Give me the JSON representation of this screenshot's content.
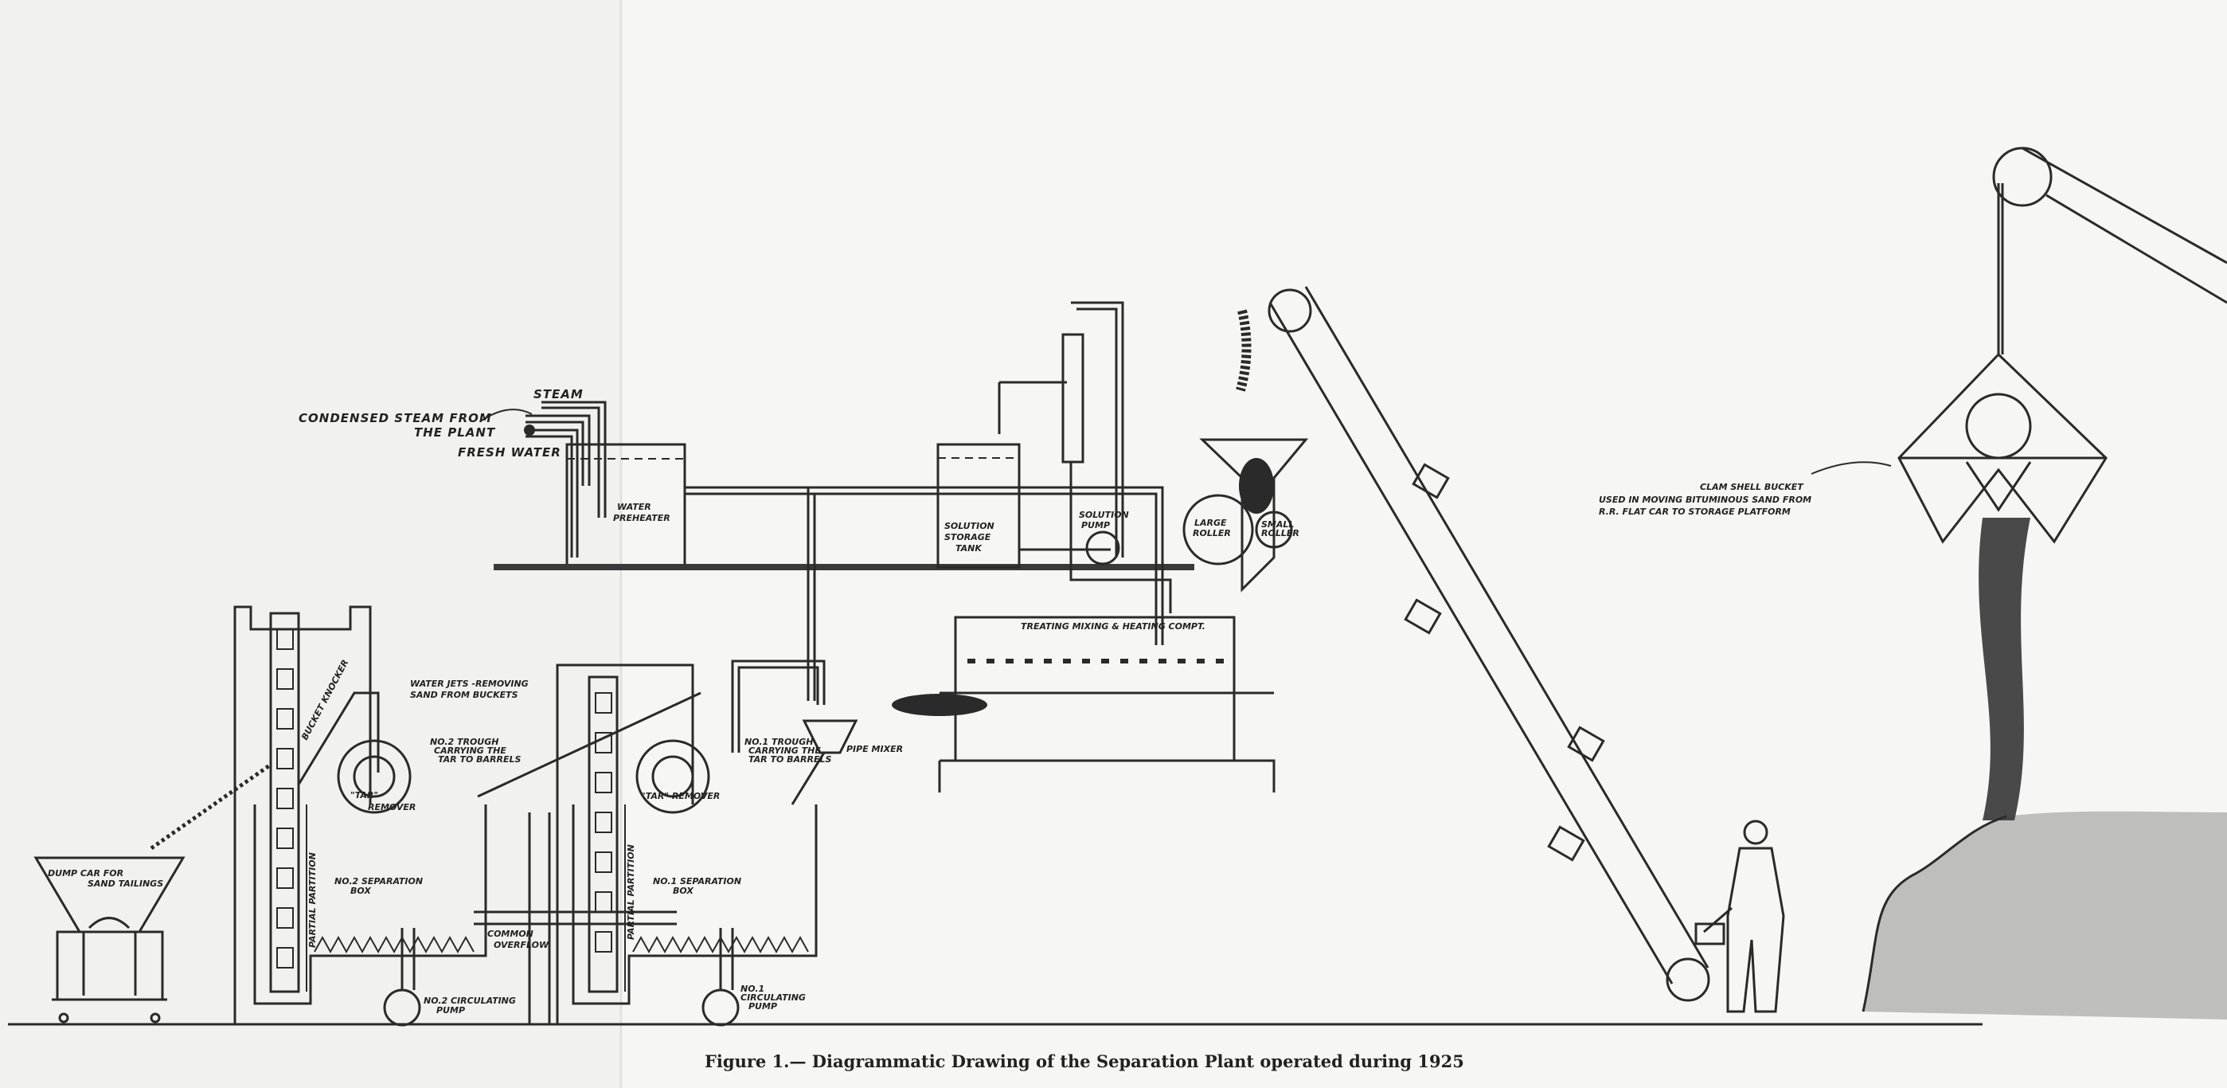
{
  "caption": "Figure 1.— Diagrammatic Drawing of the Separation Plant operated during 1925",
  "labels": {
    "steam": "STEAM",
    "condensed_steam_1": "CONDENSED STEAM FROM",
    "condensed_steam_2": "THE PLANT",
    "fresh_water": "FRESH WATER",
    "water_preheater_1": "WATER",
    "water_preheater_2": "PREHEATER",
    "solution_storage_1": "SOLUTION",
    "solution_storage_2": "STORAGE",
    "solution_storage_3": "TANK",
    "solution_pump_1": "SOLUTION",
    "solution_pump_2": "PUMP",
    "large_roller_1": "LARGE",
    "large_roller_2": "ROLLER",
    "small_roller_1": "SMALL",
    "small_roller_2": "ROLLER",
    "treating": "TREATING MIXING & HEATING COMPT.",
    "clam_1": "CLAM SHELL BUCKET",
    "clam_2": "USED IN MOVING BITUMINOUS SAND FROM",
    "clam_3": "R.R. FLAT CAR TO STORAGE PLATFORM",
    "water_jets_1": "WATER JETS -REMOVING",
    "water_jets_2": "SAND FROM BUCKETS",
    "bucket_knocker": "BUCKET KNOCKER",
    "trough2_1": "NO.2 TROUGH",
    "trough2_2": "CARRYING THE",
    "trough2_3": "TAR TO BARRELS",
    "trough1_1": "NO.1 TROUGH",
    "trough1_2": "CARRYING THE",
    "trough1_3": "TAR TO BARRELS",
    "pipe_mixer": "PIPE MIXER",
    "tar_remover_2a": "\"TAR\"",
    "tar_remover_2b": "REMOVER",
    "tar_remover_1": "\"TAR\" REMOVER",
    "dump_car_1": "DUMP CAR FOR",
    "dump_car_2": "SAND TAILINGS",
    "sep_box2_1": "NO.2 SEPARATION",
    "sep_box2_2": "BOX",
    "sep_box1_1": "NO.1 SEPARATION",
    "sep_box1_2": "BOX",
    "partial_partition": "PARTIAL PARTITION",
    "common_overflow_1": "COMMON",
    "common_overflow_2": "OVERFLOW",
    "pump2_1": "NO.2 CIRCULATING",
    "pump2_2": "PUMP",
    "pump1_1": "NO.1",
    "pump1_2": "CIRCULATING",
    "pump1_3": "PUMP"
  }
}
